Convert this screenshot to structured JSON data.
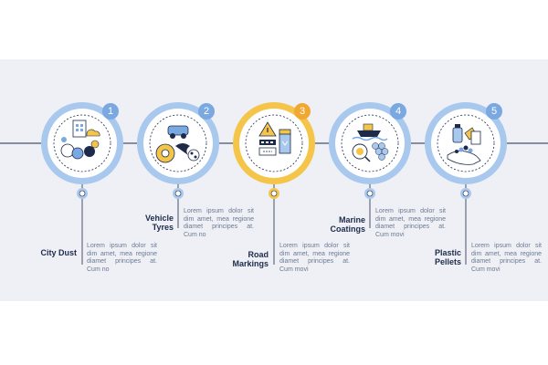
{
  "colors": {
    "blue": "#a8c8ee",
    "blue_dark": "#7aa8e0",
    "orange": "#f5c54a",
    "orange_dark": "#f0a830",
    "navy": "#1d2a4a",
    "text_gray": "#6b7a93",
    "background": "#eef0f5"
  },
  "steps": [
    {
      "number": "1",
      "title": "City Dust",
      "description": "Lorem ipsum dolor sit dim amet, mea regione diamet principes at. Cum no",
      "highlighted": false,
      "icon": "city-dust-icon"
    },
    {
      "number": "2",
      "title": "Vehicle Tyres",
      "description": "Lorem ipsum dolor sit dim amet, mea regione diamet principes at. Cum no",
      "highlighted": false,
      "icon": "vehicle-tyres-icon"
    },
    {
      "number": "3",
      "title": "Road Markings",
      "description": "Lorem ipsum dolor sit dim amet, mea regione diamet principes at. Cum movi",
      "highlighted": true,
      "icon": "road-markings-icon"
    },
    {
      "number": "4",
      "title": "Marine Coatings",
      "description": "Lorem ipsum dolor sit dim amet, mea regione diamet principes at. Cum movi",
      "highlighted": false,
      "icon": "marine-coatings-icon"
    },
    {
      "number": "5",
      "title": "Plastic Pellets",
      "description": "Lorem ipsum dolor sit dim amet, mea regione diamet principes at. Cum movi",
      "highlighted": false,
      "icon": "plastic-pellets-icon"
    }
  ]
}
